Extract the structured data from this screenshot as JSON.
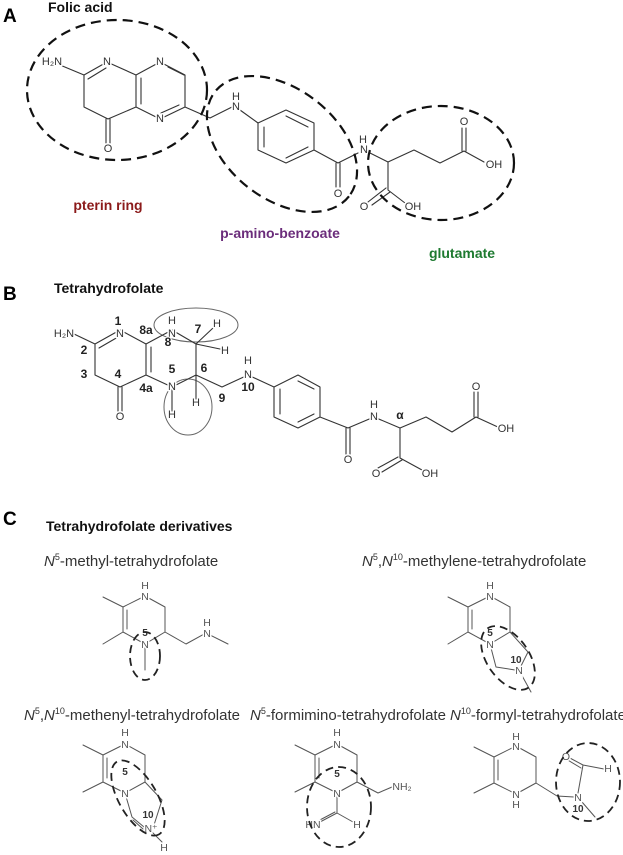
{
  "colors": {
    "pterin": "#8b1a1a",
    "paba": "#6b2d7b",
    "glutamate": "#1e7a30"
  },
  "panels": {
    "a": {
      "letter": "A",
      "title": "Folic acid",
      "atoms": [
        "H₂N",
        "N",
        "N",
        "N",
        "O",
        "H",
        "N",
        "O",
        "H",
        "N",
        "O",
        "OH",
        "O",
        "OH"
      ],
      "regions": {
        "pterin": "pterin ring",
        "paba": "p-amino-benzoate",
        "glutamate": "glutamate"
      }
    },
    "b": {
      "letter": "B",
      "title": "Tetrahydrofolate",
      "atoms": [
        "H₂N",
        "N",
        "O",
        "H",
        "N",
        "H",
        "H",
        "N",
        "H",
        "H",
        "H",
        "N",
        "O",
        "H",
        "N",
        "O",
        "OH",
        "O",
        "OH"
      ],
      "numbers": [
        "1",
        "2",
        "3",
        "4",
        "4a",
        "8a",
        "8",
        "7",
        "5",
        "6",
        "9",
        "10",
        "α"
      ]
    },
    "c": {
      "letter": "C",
      "title": "Tetrahydrofolate derivatives",
      "derivatives": [
        {
          "n1": "N",
          "s1": "5",
          "rest": "-methyl-tetrahydrofolate",
          "atoms": [
            "H",
            "N",
            "N",
            "H",
            "N"
          ],
          "num": [
            "5"
          ]
        },
        {
          "n1": "N",
          "s1": "5",
          "sep": ",",
          "n2": "N",
          "s2": "10",
          "rest": "-methylene-tetrahydrofolate",
          "atoms": [
            "H",
            "N",
            "N",
            "N"
          ],
          "num": [
            "5",
            "10"
          ]
        },
        {
          "n1": "N",
          "s1": "5",
          "sep": ",",
          "n2": "N",
          "s2": "10",
          "rest": "-methenyl-tetrahydrofolate",
          "atoms": [
            "H",
            "N",
            "N",
            "N⁺",
            "H"
          ],
          "num": [
            "5",
            "10"
          ]
        },
        {
          "n1": "N",
          "s1": "5",
          "rest": "-formimino-tetrahydrofolate",
          "atoms": [
            "H",
            "N",
            "N",
            "HN",
            "H",
            "NH₂"
          ],
          "num": [
            "5"
          ]
        },
        {
          "n1": "N",
          "s1": "10",
          "rest": "-formyl-tetrahydrofolate",
          "atoms": [
            "H",
            "N",
            "N",
            "H",
            "O",
            "H",
            "N"
          ],
          "num": [
            "10"
          ]
        }
      ]
    }
  }
}
